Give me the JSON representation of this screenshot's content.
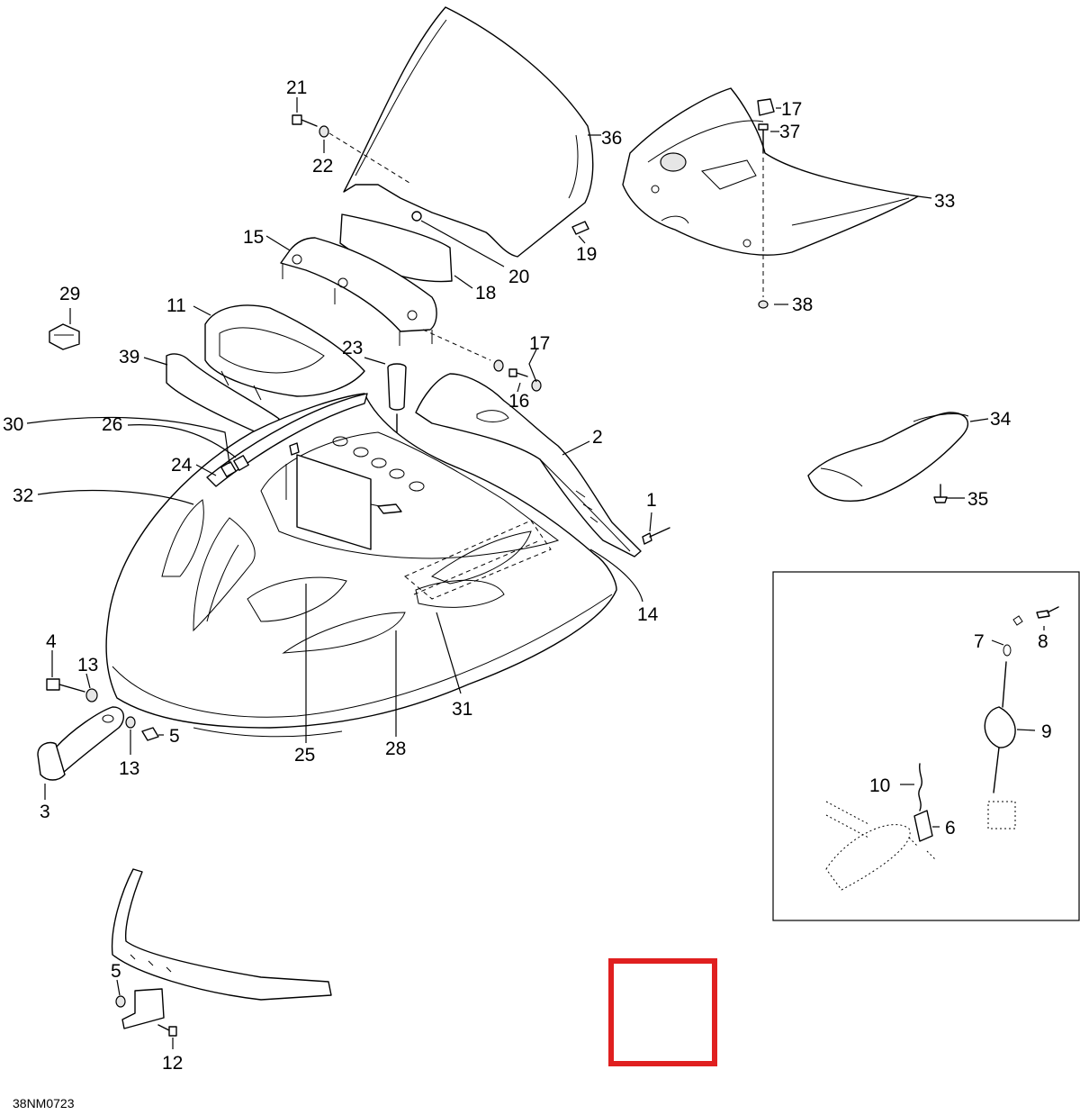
{
  "drawing_code": "38NM0723",
  "highlight_color": "#e02020",
  "callouts": {
    "c1": "1",
    "c2": "2",
    "c3": "3",
    "c4": "4",
    "c5a": "5",
    "c5b": "5",
    "c6": "6",
    "c7": "7",
    "c8": "8",
    "c9": "9",
    "c10": "10",
    "c11": "11",
    "c12": "12",
    "c13a": "13",
    "c13b": "13",
    "c14": "14",
    "c15": "15",
    "c16": "16",
    "c17a": "17",
    "c17b": "17",
    "c18": "18",
    "c19": "19",
    "c20": "20",
    "c21": "21",
    "c22": "22",
    "c23": "23",
    "c24": "24",
    "c25": "25",
    "c26": "26",
    "c28": "28",
    "c29": "29",
    "c30": "30",
    "c31": "31",
    "c32": "32",
    "c33": "33",
    "c34": "34",
    "c35": "35",
    "c36": "36",
    "c37": "37",
    "c38": "38",
    "c39": "39"
  }
}
